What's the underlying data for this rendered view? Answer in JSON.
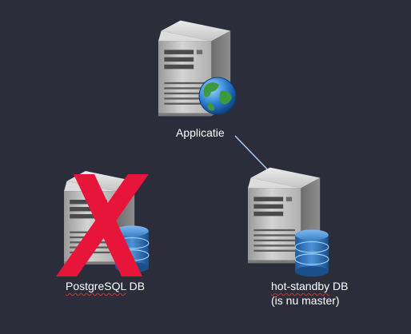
{
  "nodes": {
    "application": {
      "label": "Applicatie"
    },
    "primary": {
      "label_word": "PostgreSQL",
      "label_rest": " DB",
      "failed": true
    },
    "standby": {
      "label_word": "hot-standby",
      "label_rest": " DB",
      "label_line2": "(is nu master)"
    }
  },
  "edges": [
    {
      "from": "application",
      "to": "standby"
    }
  ],
  "colors": {
    "background": "#2b2d3a",
    "failure_cross": "#e8153a",
    "arrow": "#a9c6e8",
    "database": "#2f72b8",
    "text": "#ffffff"
  },
  "icons": {
    "server": "server-tower-icon",
    "globe": "globe-icon",
    "database": "database-cylinder-icon",
    "failure": "red-x-icon"
  }
}
